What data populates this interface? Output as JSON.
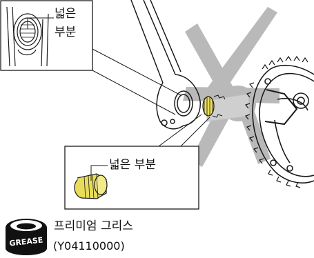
{
  "callouts": {
    "top_label_line1": "넓은",
    "top_label_line2": "부분",
    "middle_label": "넓은 부분"
  },
  "grease": {
    "name": "프리미엄 그리스",
    "part_number": "(Y04110000)",
    "icon_text": "GREASE"
  },
  "colors": {
    "line": "#1a1a1a",
    "chainring_gray": "#b8b8b8",
    "spindle_tint": "#c9c9c9",
    "thread_yellow": "#e8d84a"
  }
}
